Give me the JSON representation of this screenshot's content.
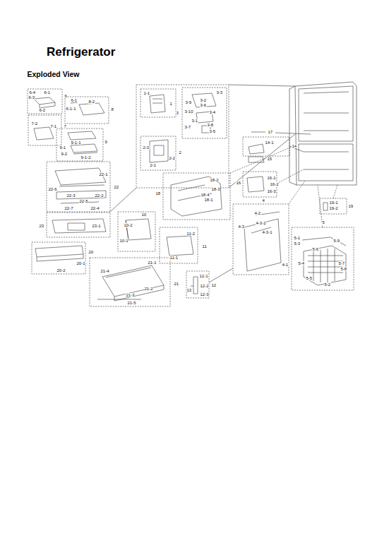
{
  "diagram": {
    "title": "Refrigerator",
    "labels": [
      "Exploded View",
      "6-4",
      "6-1",
      "6",
      "6-3",
      "6-2",
      "6-1",
      "8-2",
      "6-1-1",
      "8",
      "7-2",
      "7-1",
      "7",
      "9-1-1",
      "9-1",
      "9-2",
      "9-1-2",
      "9",
      "22-1",
      "22-6",
      "22-3",
      "22-5",
      "22-2",
      "22-7",
      "22-4",
      "22",
      "23",
      "23-1",
      "20",
      "20-1",
      "20-2",
      "10",
      "10-2",
      "10-1",
      "11-2",
      "11-1",
      "11",
      "21-1",
      "21-4",
      "21-2",
      "21",
      "21-3",
      "21-5",
      "1-1",
      "1",
      "3",
      "3-3",
      "3-9",
      "3-2",
      "3-6",
      "3-10",
      "3-1",
      "3-4",
      "3-7",
      "3-8",
      "3-5",
      "2-3",
      "2",
      "2-2",
      "2-1",
      "18-2",
      "18",
      "18-3",
      "18-4",
      "18-1",
      "17",
      "14-1",
      "14",
      "15",
      "16",
      "16-1",
      "16-2",
      "16-3",
      "4",
      "4-2",
      "4-3-2",
      "4-3",
      "4-3-1",
      "4-1",
      "12-1",
      "13",
      "12",
      "12-2",
      "12-3",
      "19-1",
      "19",
      "19-2",
      "5",
      "5-1",
      "5-3",
      "5-9",
      "5-6",
      "5-4",
      "5-7",
      "5-8",
      "5-5",
      "5-2"
    ]
  }
}
